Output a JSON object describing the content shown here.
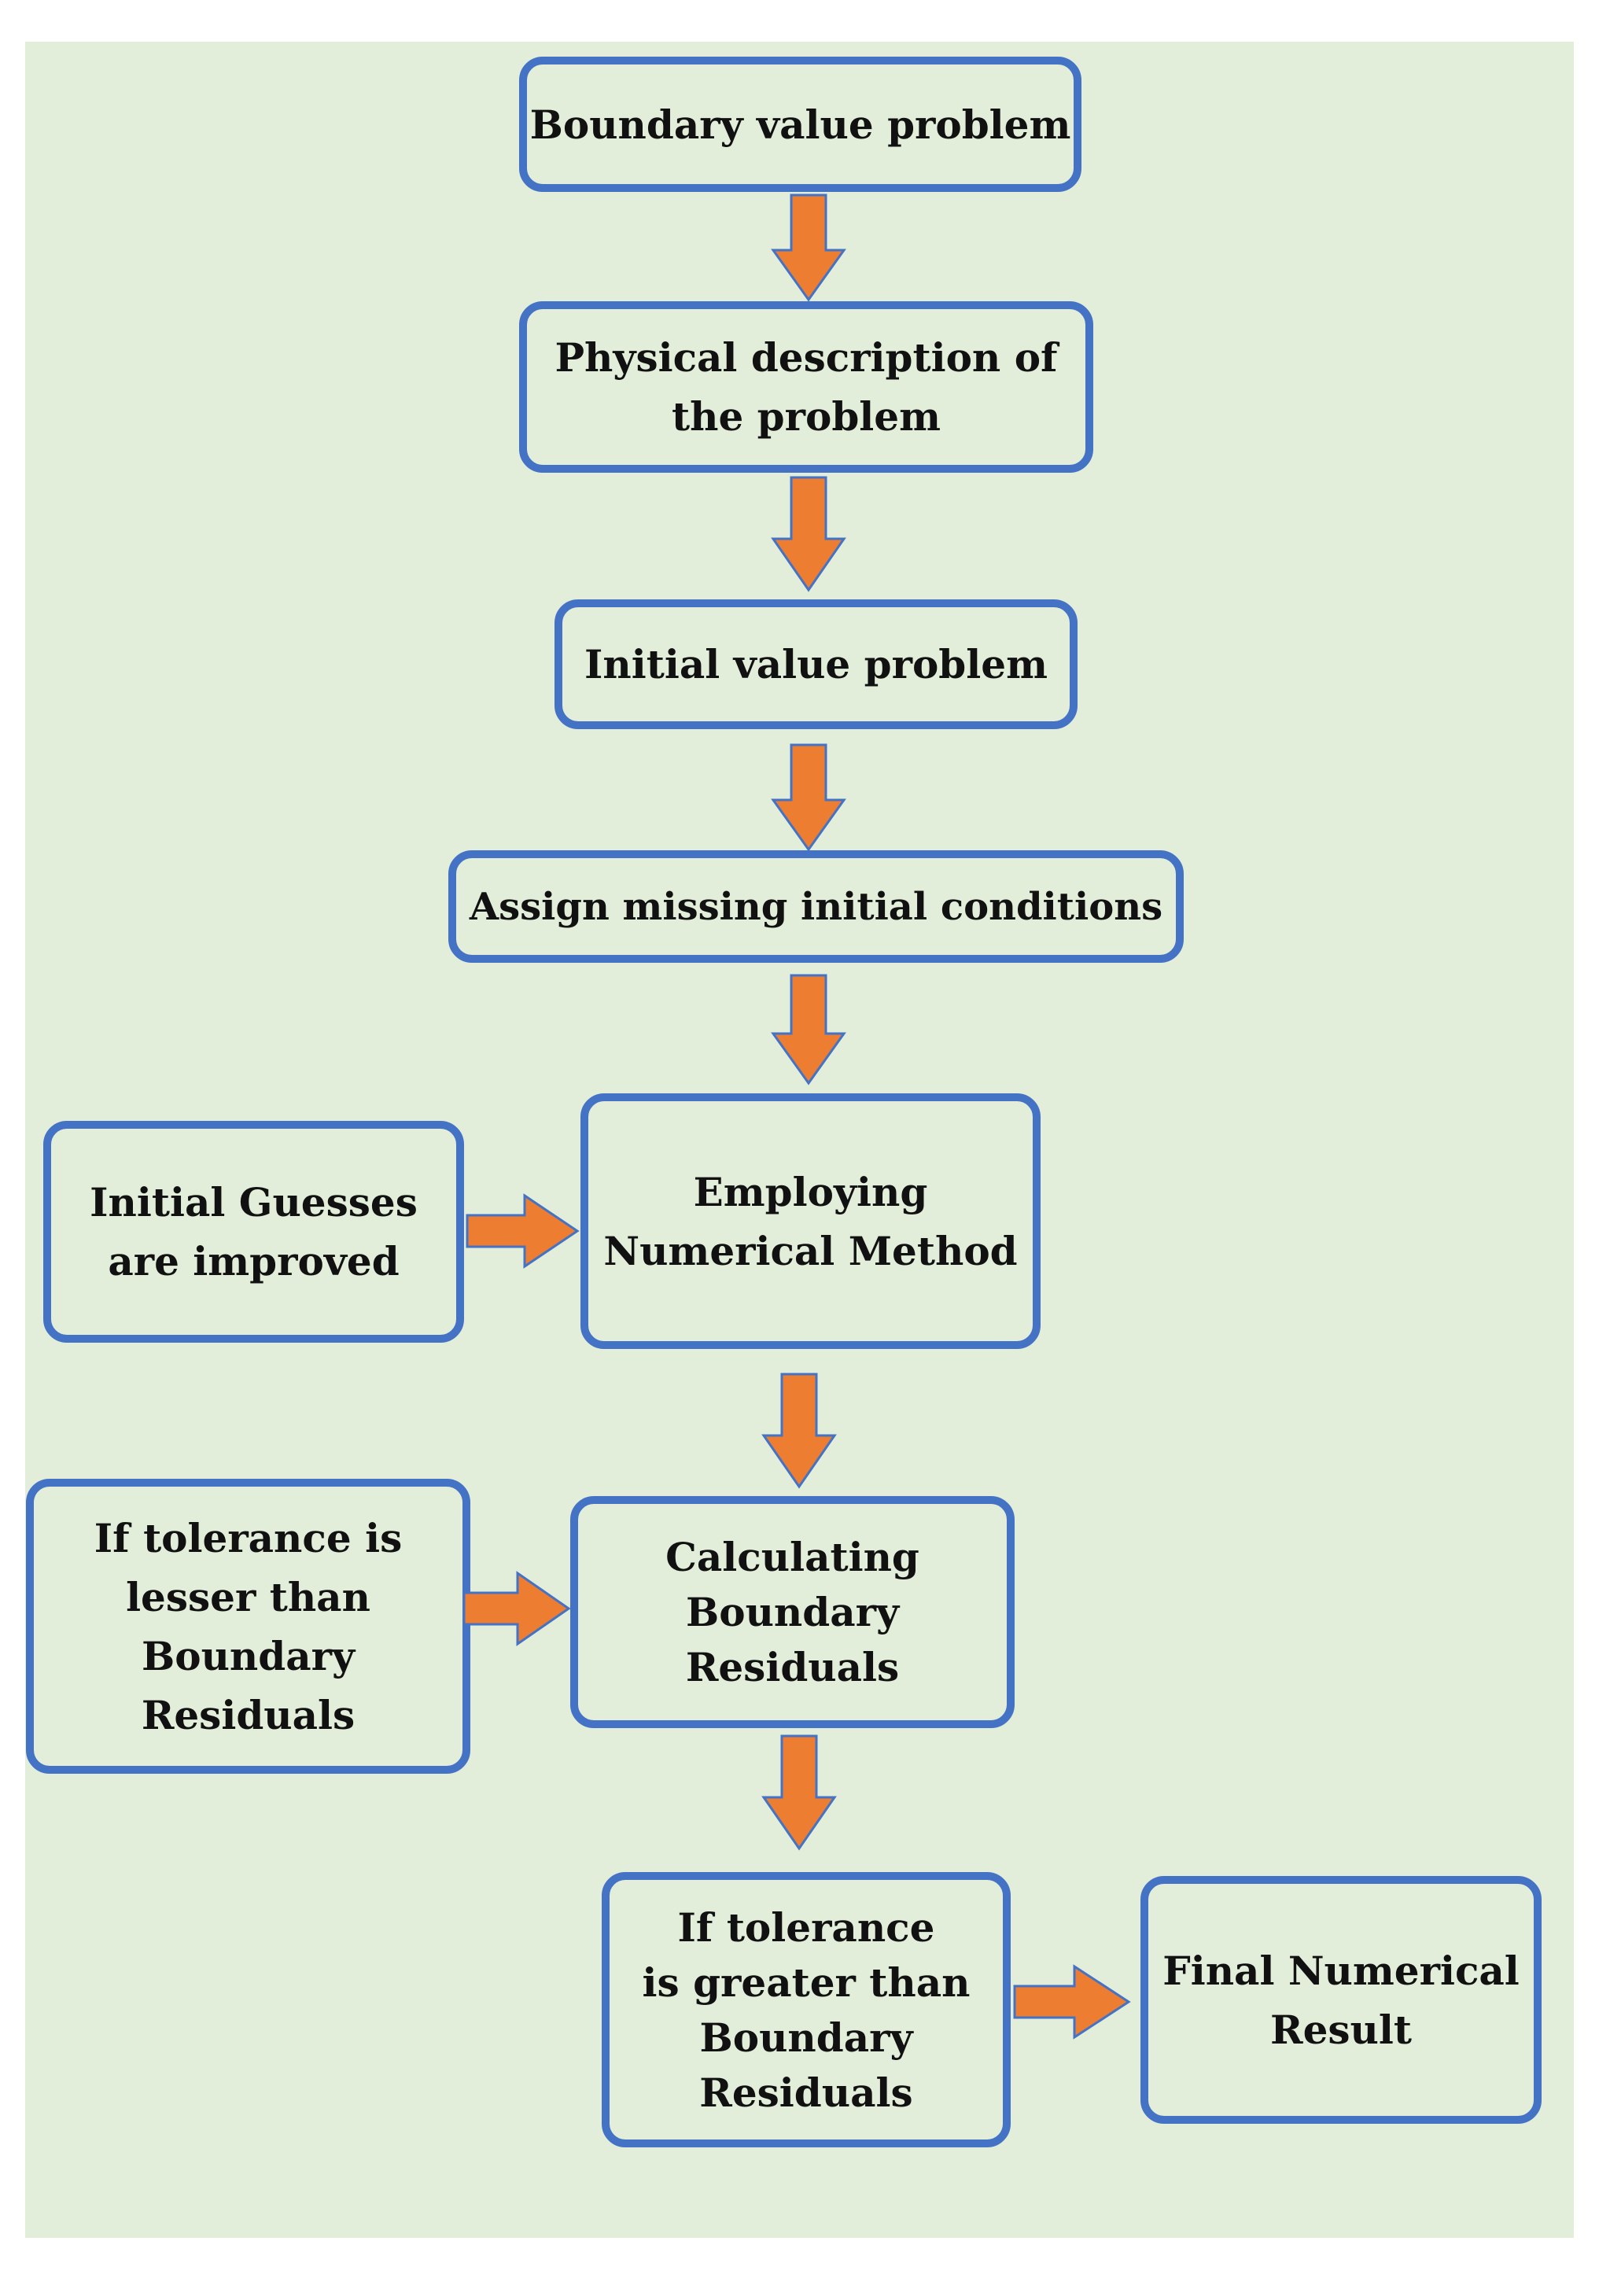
{
  "colors": {
    "panel_background": "#e2eed9",
    "box_border": "#4472c4",
    "arrow_fill": "#ed7d31",
    "arrow_stroke": "#4472c4",
    "text": "#111111"
  },
  "nodes": {
    "boundary_value_problem": "Boundary value problem",
    "physical_description": "Physical description of\nthe problem",
    "initial_value_problem": "Initial value problem",
    "assign_missing_conditions": "Assign  missing initial conditions",
    "employing_numerical_method": "Employing\nNumerical Method",
    "initial_guesses_improved": "Initial Guesses\nare improved",
    "calculating_boundary_residuals": "Calculating\nBoundary\nResiduals",
    "tolerance_lesser": "If tolerance is\nlesser than\nBoundary\nResiduals",
    "tolerance_greater": "If tolerance\nis greater than\nBoundary\nResiduals",
    "final_numerical_result": "Final Numerical\nResult"
  },
  "edges": [
    {
      "from": "boundary_value_problem",
      "to": "physical_description",
      "icon": "down-arrow-icon"
    },
    {
      "from": "physical_description",
      "to": "initial_value_problem",
      "icon": "down-arrow-icon"
    },
    {
      "from": "initial_value_problem",
      "to": "assign_missing_conditions",
      "icon": "down-arrow-icon"
    },
    {
      "from": "assign_missing_conditions",
      "to": "employing_numerical_method",
      "icon": "down-arrow-icon"
    },
    {
      "from": "initial_guesses_improved",
      "to": "employing_numerical_method",
      "icon": "right-arrow-icon"
    },
    {
      "from": "employing_numerical_method",
      "to": "calculating_boundary_residuals",
      "icon": "down-arrow-icon"
    },
    {
      "from": "tolerance_lesser",
      "to": "calculating_boundary_residuals",
      "icon": "right-arrow-icon"
    },
    {
      "from": "calculating_boundary_residuals",
      "to": "tolerance_greater",
      "icon": "down-arrow-icon"
    },
    {
      "from": "tolerance_greater",
      "to": "final_numerical_result",
      "icon": "right-arrow-icon"
    }
  ]
}
